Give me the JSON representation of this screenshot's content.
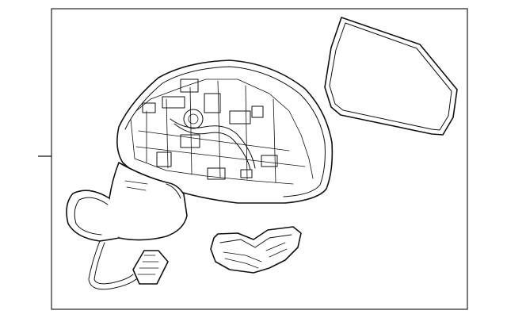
{
  "diagram": {
    "parts": [
      {
        "id": "mirror-assembly",
        "icon": "side-mirror-housing-icon"
      },
      {
        "id": "mirror-glass",
        "icon": "mirror-glass-icon"
      },
      {
        "id": "turn-signal-lamp",
        "icon": "turn-signal-lamp-icon"
      },
      {
        "id": "wiring-harness",
        "icon": "wire-connector-icon"
      }
    ],
    "colors": {
      "line": "#111111",
      "background": "#ffffff"
    }
  }
}
